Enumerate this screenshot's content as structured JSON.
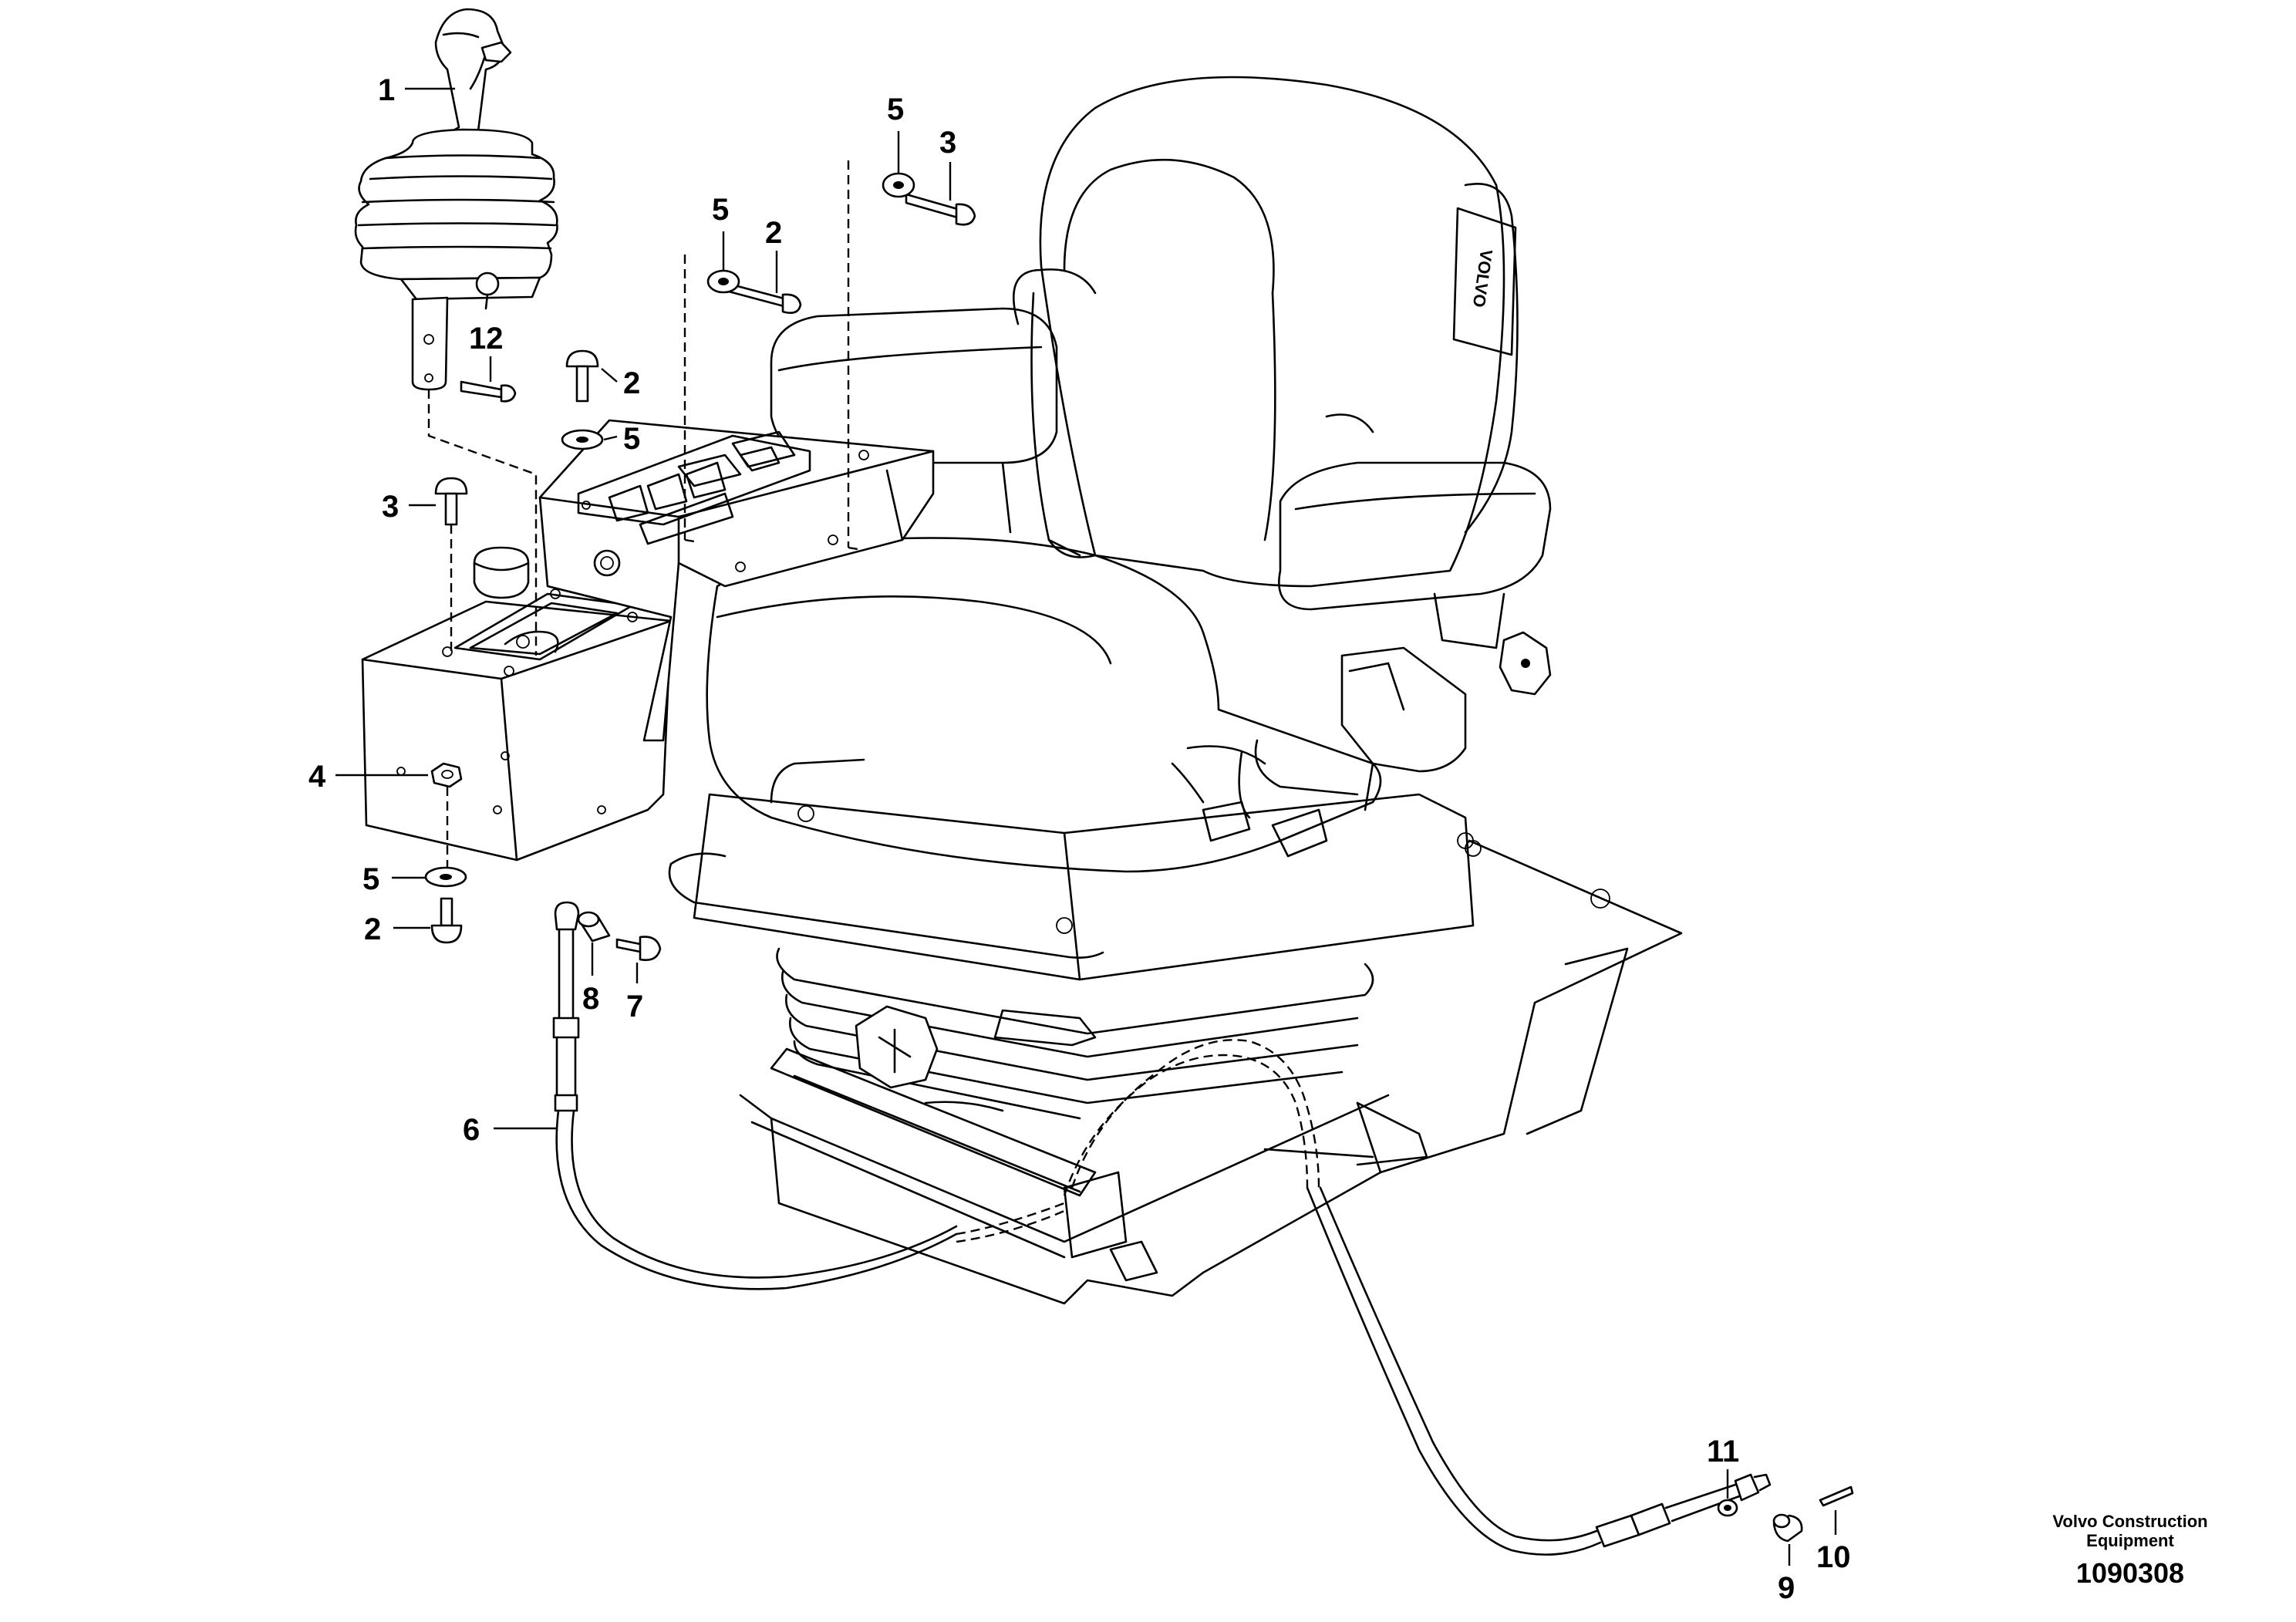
{
  "callouts": {
    "c1": "1",
    "c2a": "2",
    "c2b": "2",
    "c2c": "2",
    "c3a": "3",
    "c3b": "3",
    "c4": "4",
    "c5a": "5",
    "c5b": "5",
    "c5c": "5",
    "c5d": "5",
    "c6": "6",
    "c7": "7",
    "c8": "8",
    "c9": "9",
    "c10": "10",
    "c11": "11",
    "c12": "12"
  },
  "brand": {
    "line1": "Volvo Construction",
    "line2": "Equipment"
  },
  "seat_brand": "VOLVO",
  "document_id": "1090308"
}
